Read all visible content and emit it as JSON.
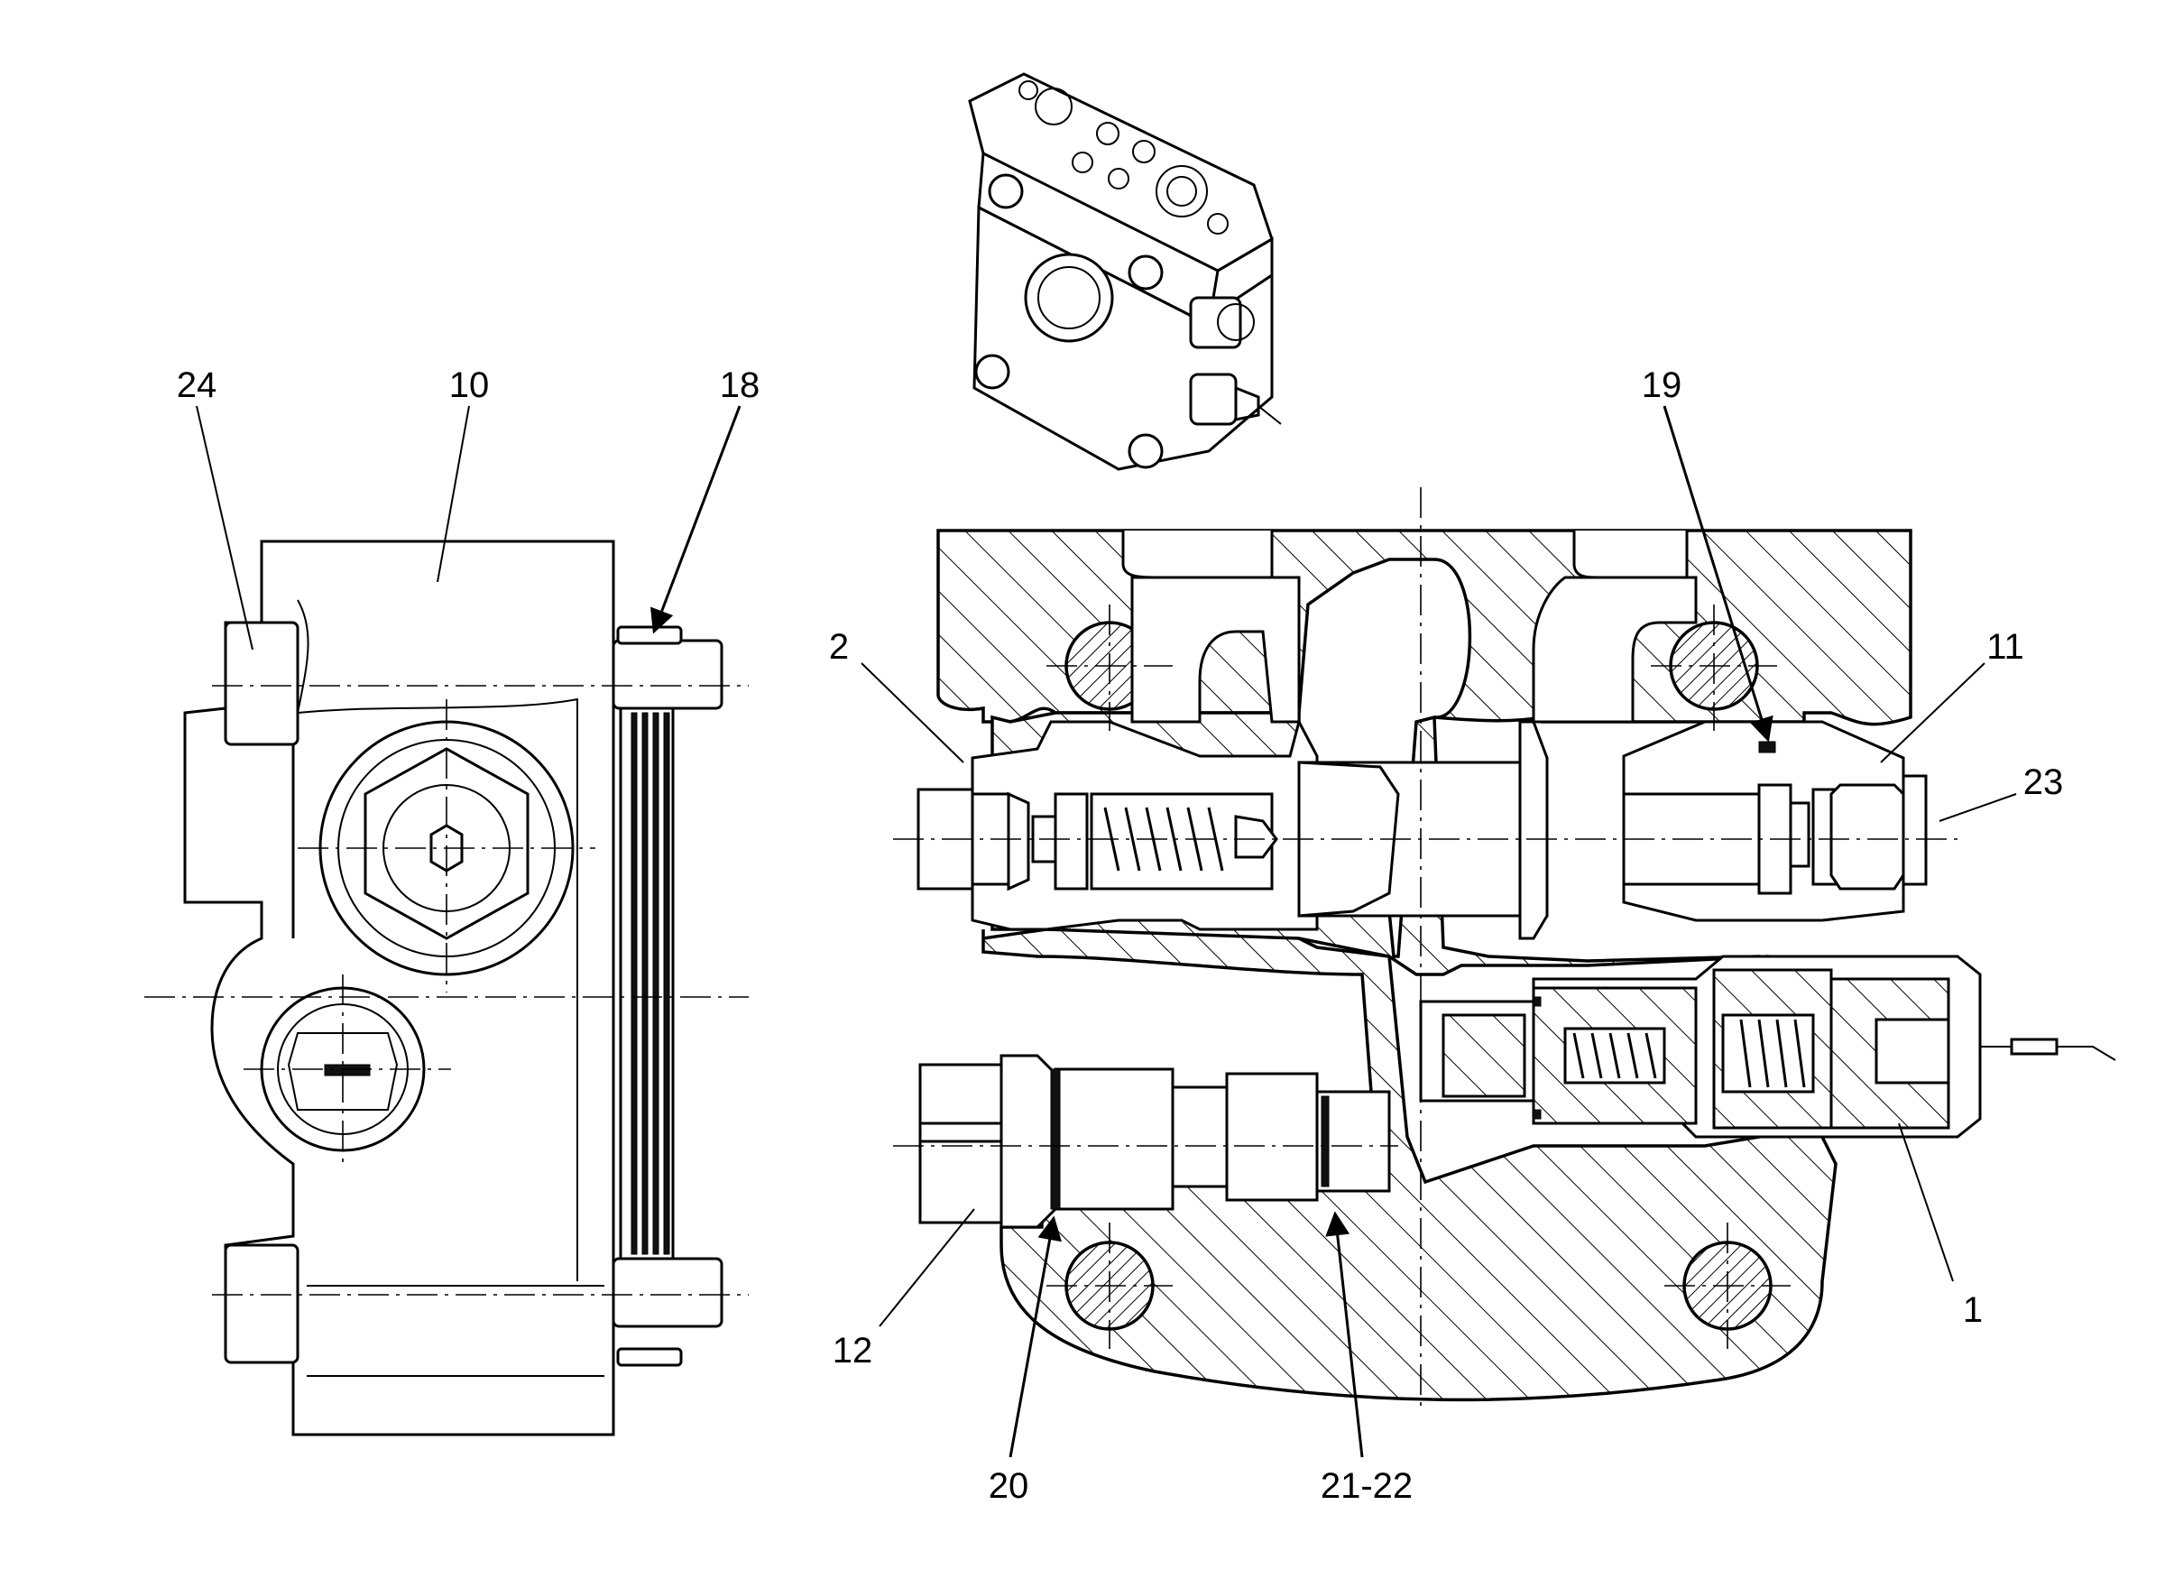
{
  "figure": {
    "title": "",
    "views": [
      "end-view",
      "isometric-view",
      "section-view"
    ]
  },
  "callouts": [
    {
      "id": "c24",
      "label": "24"
    },
    {
      "id": "c10",
      "label": "10"
    },
    {
      "id": "c18",
      "label": "18"
    },
    {
      "id": "c19",
      "label": "19"
    },
    {
      "id": "c2",
      "label": "2"
    },
    {
      "id": "c11",
      "label": "11"
    },
    {
      "id": "c23",
      "label": "23"
    },
    {
      "id": "c12",
      "label": "12"
    },
    {
      "id": "c1",
      "label": "1"
    },
    {
      "id": "c20",
      "label": "20"
    },
    {
      "id": "c2122",
      "label": "21-22"
    }
  ],
  "colors": {
    "line": "#000000",
    "background": "#ffffff"
  }
}
